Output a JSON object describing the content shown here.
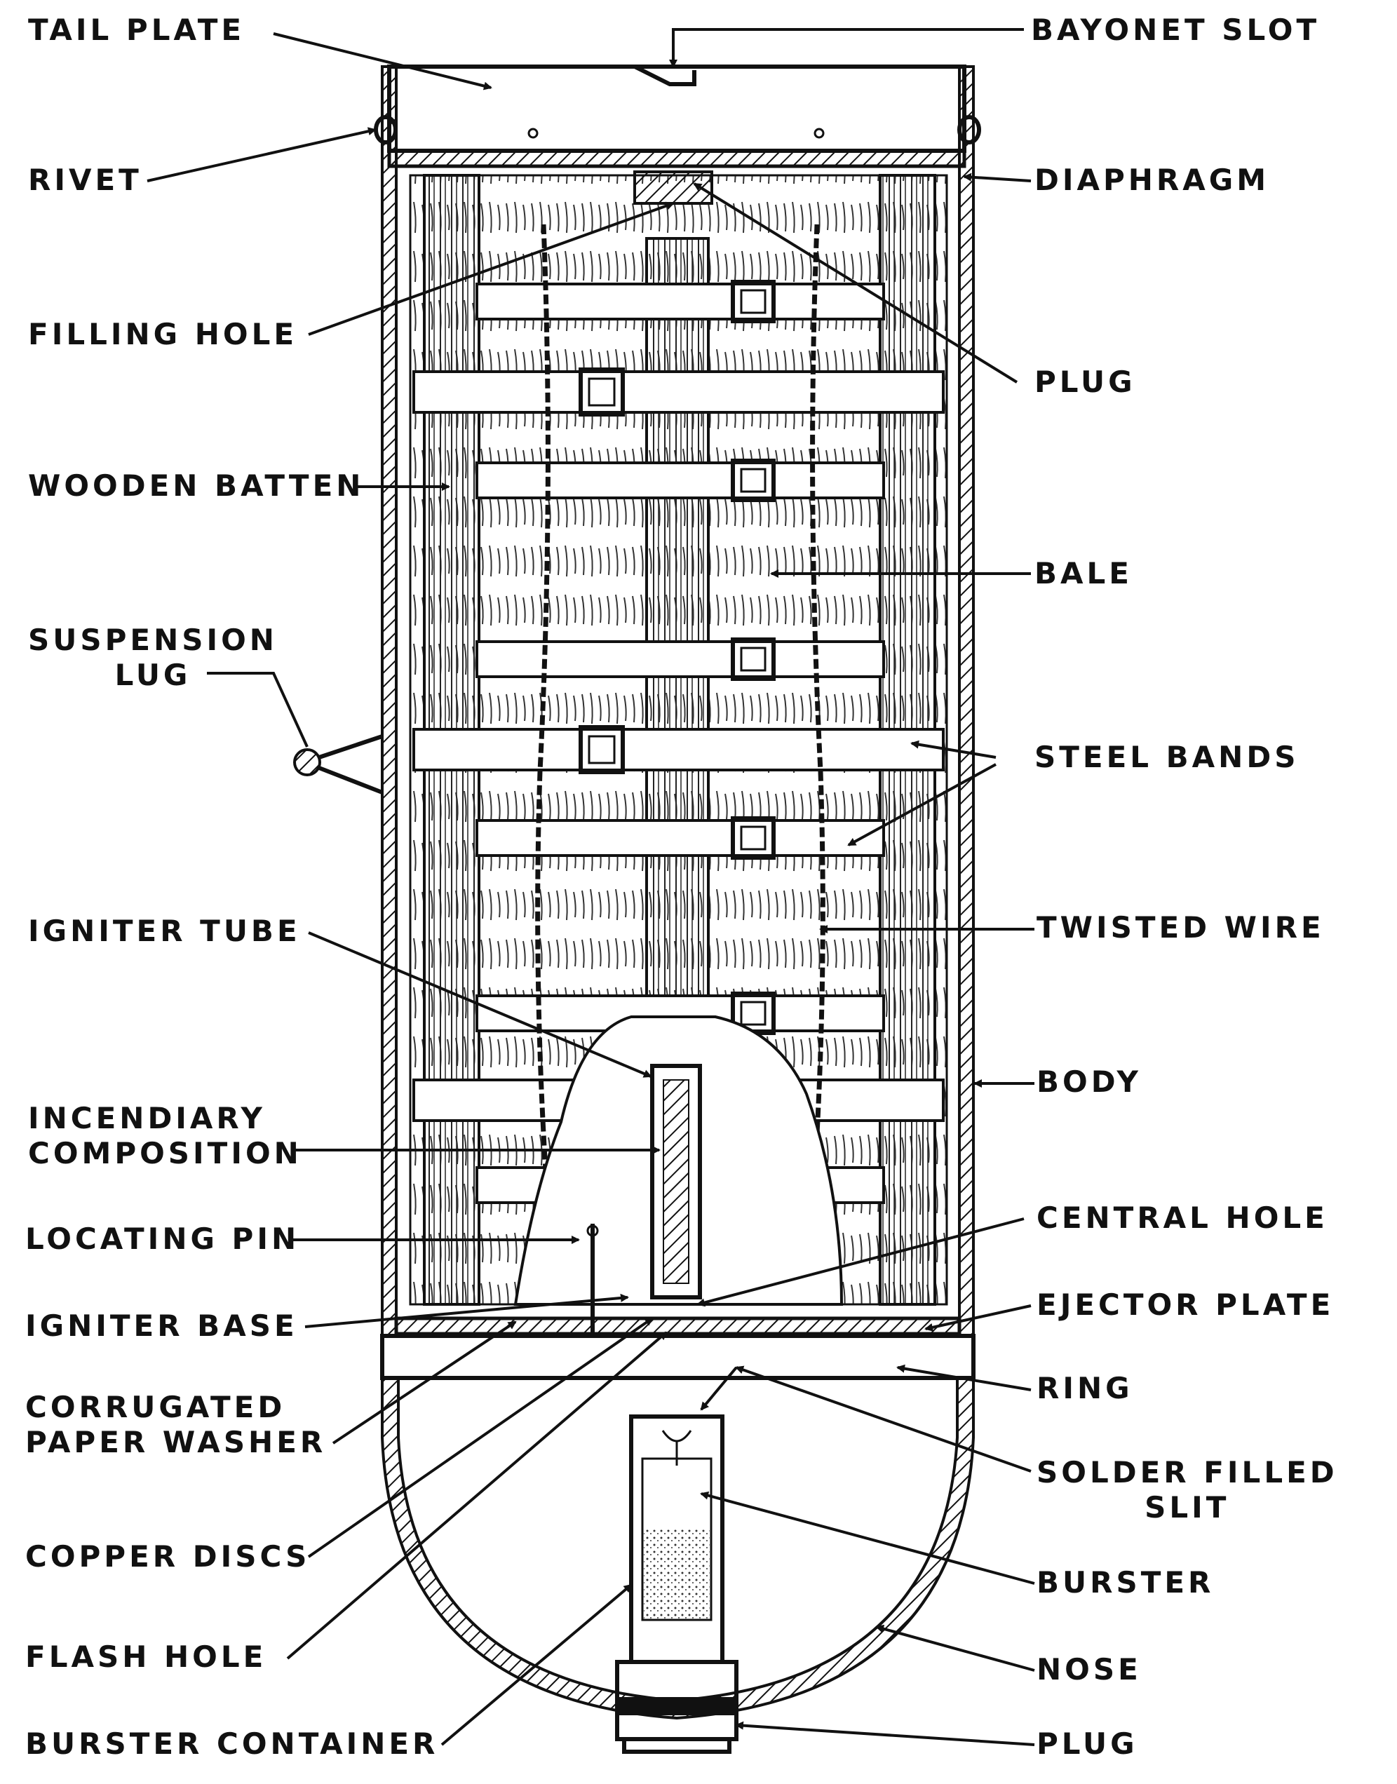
{
  "labels": {
    "tail_plate": "TAIL PLATE",
    "bayonet_slot": "BAYONET SLOT",
    "rivet": "RIVET",
    "diaphragm": "DIAPHRAGM",
    "filling_hole": "FILLING HOLE",
    "plug_top": "PLUG",
    "wooden_batten": "WOODEN BATTEN",
    "bale": "BALE",
    "suspension_lug": "SUSPENSION\nLUG",
    "steel_bands": "STEEL BANDS",
    "igniter_tube": "IGNITER TUBE",
    "twisted_wire": "TWISTED WIRE",
    "body": "BODY",
    "incendiary_composition": "INCENDIARY\nCOMPOSITION",
    "locating_pin": "LOCATING PIN",
    "central_hole": "CENTRAL HOLE",
    "igniter_base": "IGNITER BASE",
    "ejector_plate": "EJECTOR PLATE",
    "ring": "RING",
    "corrugated_paper_washer": "CORRUGATED\nPAPER WASHER",
    "solder_filled_slit": "SOLDER FILLED\nSLIT",
    "copper_discs": "COPPER DISCS",
    "burster": "BURSTER",
    "flash_hole": "FLASH HOLE",
    "nose": "NOSE",
    "burster_container": "BURSTER CONTAINER",
    "plug_bottom": "PLUG"
  }
}
